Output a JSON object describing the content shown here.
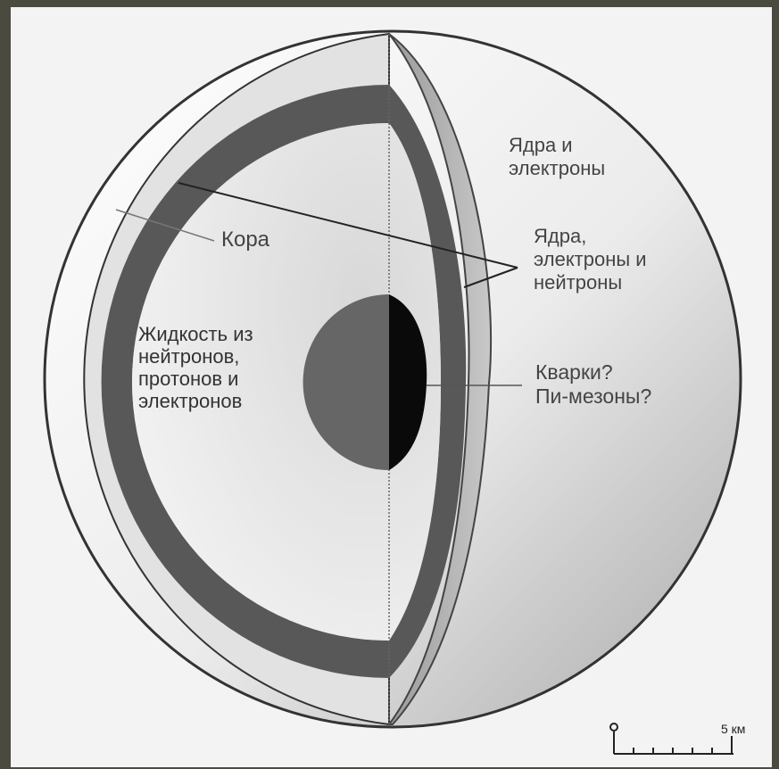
{
  "labels": {
    "crust": "Кора",
    "nuclei_electrons": [
      "Ядра и",
      "электроны"
    ],
    "nuclei_electrons_neutrons": [
      "Ядра,",
      "электроны и",
      "нейтроны"
    ],
    "liquid": [
      "Жидкость из",
      "нейтронов,",
      "протонов и",
      "электронов"
    ],
    "core": [
      "Кварки?",
      "Пи-мезоны?"
    ],
    "scale": "5 км"
  },
  "colors": {
    "background_frame": "#4a4a3e",
    "panel": "#f3f3f3",
    "outer_layer": "#e2e2e2",
    "dark_ring": "#585858",
    "inner_liquid": "#e9e9e9",
    "core_gray": "#666666",
    "core_black": "#0a0a0a"
  }
}
